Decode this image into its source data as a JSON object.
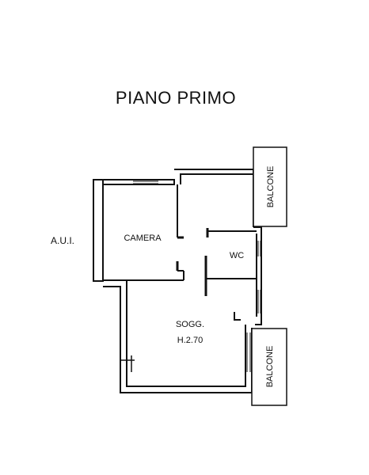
{
  "plan": {
    "title": "PIANO PRIMO",
    "labels": {
      "aui": "A.U.I.",
      "camera": "CAMERA",
      "wc": "WC",
      "soggiorno": "SOGG.",
      "height": "H.2.70",
      "balcone_top": "BALCONE",
      "balcone_bottom": "BALCONE"
    },
    "colors": {
      "wall": "#111111",
      "background": "#ffffff"
    }
  }
}
